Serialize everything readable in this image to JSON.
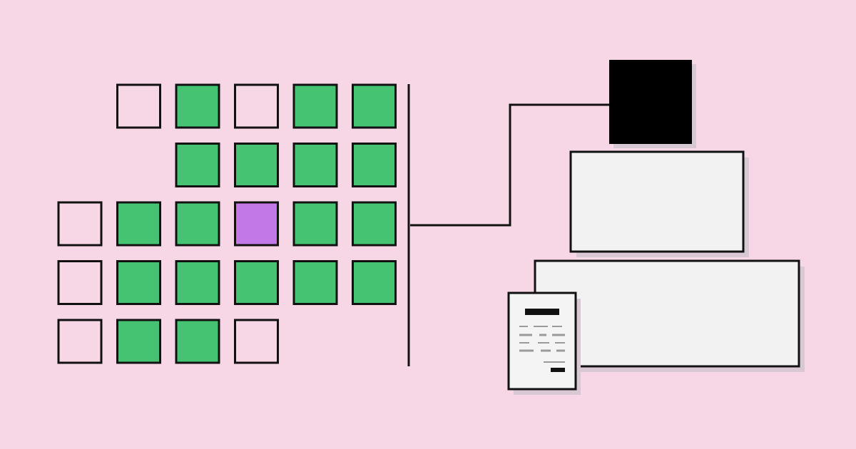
{
  "colors": {
    "background": "#f7d6e6",
    "filled": "#45c372",
    "highlight": "#c278e6",
    "stroke": "#111111",
    "panel": "#f2f2f2",
    "shadow": "#d8c8d4",
    "block": "#000000",
    "line_gray": "#9a9a9a"
  },
  "grid": {
    "rows": [
      [
        "none",
        "empty",
        "filled",
        "empty",
        "filled",
        "filled"
      ],
      [
        "none",
        "none",
        "filled",
        "filled",
        "filled",
        "filled"
      ],
      [
        "empty",
        "filled",
        "filled",
        "highlight",
        "filled",
        "filled"
      ],
      [
        "empty",
        "filled",
        "filled",
        "filled",
        "filled",
        "filled"
      ],
      [
        "empty",
        "filled",
        "filled",
        "empty",
        "none",
        "none"
      ]
    ]
  },
  "stack": {
    "levels": [
      "top-block",
      "middle-box",
      "bottom-box"
    ]
  },
  "receipt": {
    "lines": [
      "header",
      "row",
      "row",
      "row",
      "row",
      "total"
    ]
  }
}
